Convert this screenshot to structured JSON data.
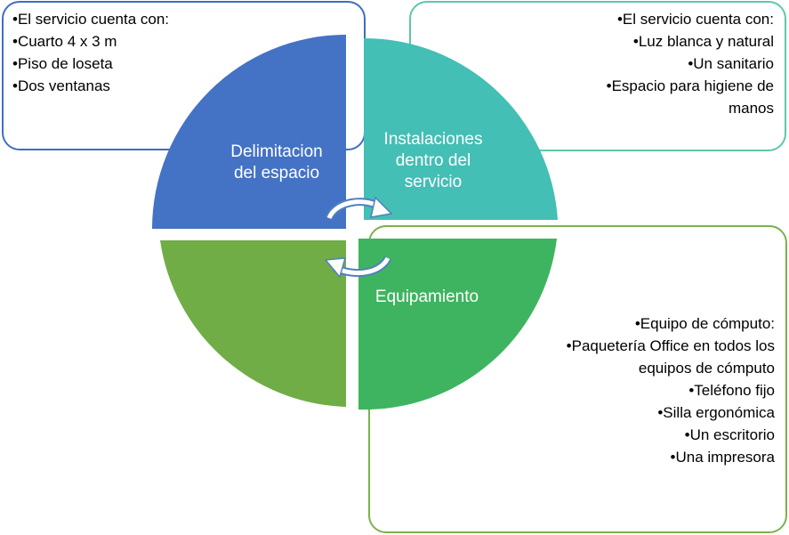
{
  "colors": {
    "q1": "#4472C4",
    "q2": "#43BFB5",
    "q3": "#3FB460",
    "q4": "#70AD47",
    "box1_border": "#3E6EC4",
    "box2_border": "#5CC7AD",
    "box3_border": "#7BB24B"
  },
  "quadrants": {
    "top_left": {
      "label": [
        "Delimitacion",
        "del espacio"
      ]
    },
    "top_right": {
      "label": [
        "Instalaciones",
        "dentro del",
        "servicio"
      ]
    },
    "bottom_right": {
      "label": [
        "Equipamiento"
      ]
    }
  },
  "boxes": {
    "top_left": {
      "lines": [
        "•El servicio cuenta con:",
        "•Cuarto 4 x 3 m",
        "•Piso de loseta",
        "•Dos ventanas"
      ]
    },
    "top_right": {
      "lines": [
        "•El servicio cuenta con:",
        "•Luz blanca y natural",
        "•Un sanitario",
        "•Espacio para higiene de",
        "manos"
      ]
    },
    "bottom_right": {
      "lines": [
        "•Equipo de cómputo:",
        "•Paquetería Office en todos los",
        "equipos de cómputo",
        "•Teléfono fijo",
        "•Silla ergonómica",
        "•Un escritorio",
        "•Una impresora"
      ]
    }
  }
}
